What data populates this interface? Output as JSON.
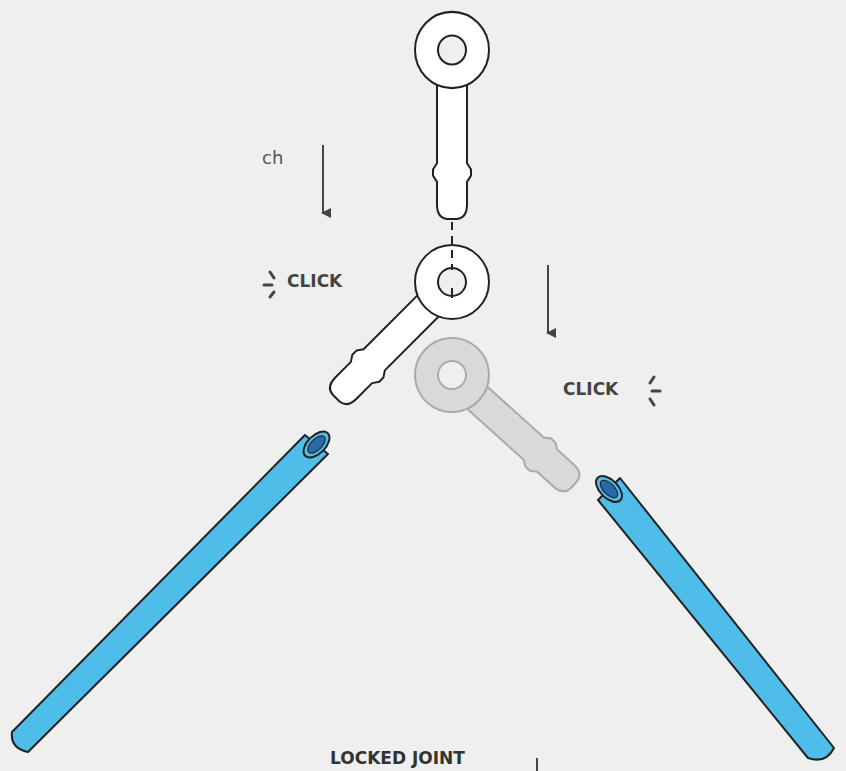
{
  "diagram": {
    "labels": [
      "ch",
      "CLICK",
      "CLICK",
      "LOCKED JOINT"
    ]
  }
}
